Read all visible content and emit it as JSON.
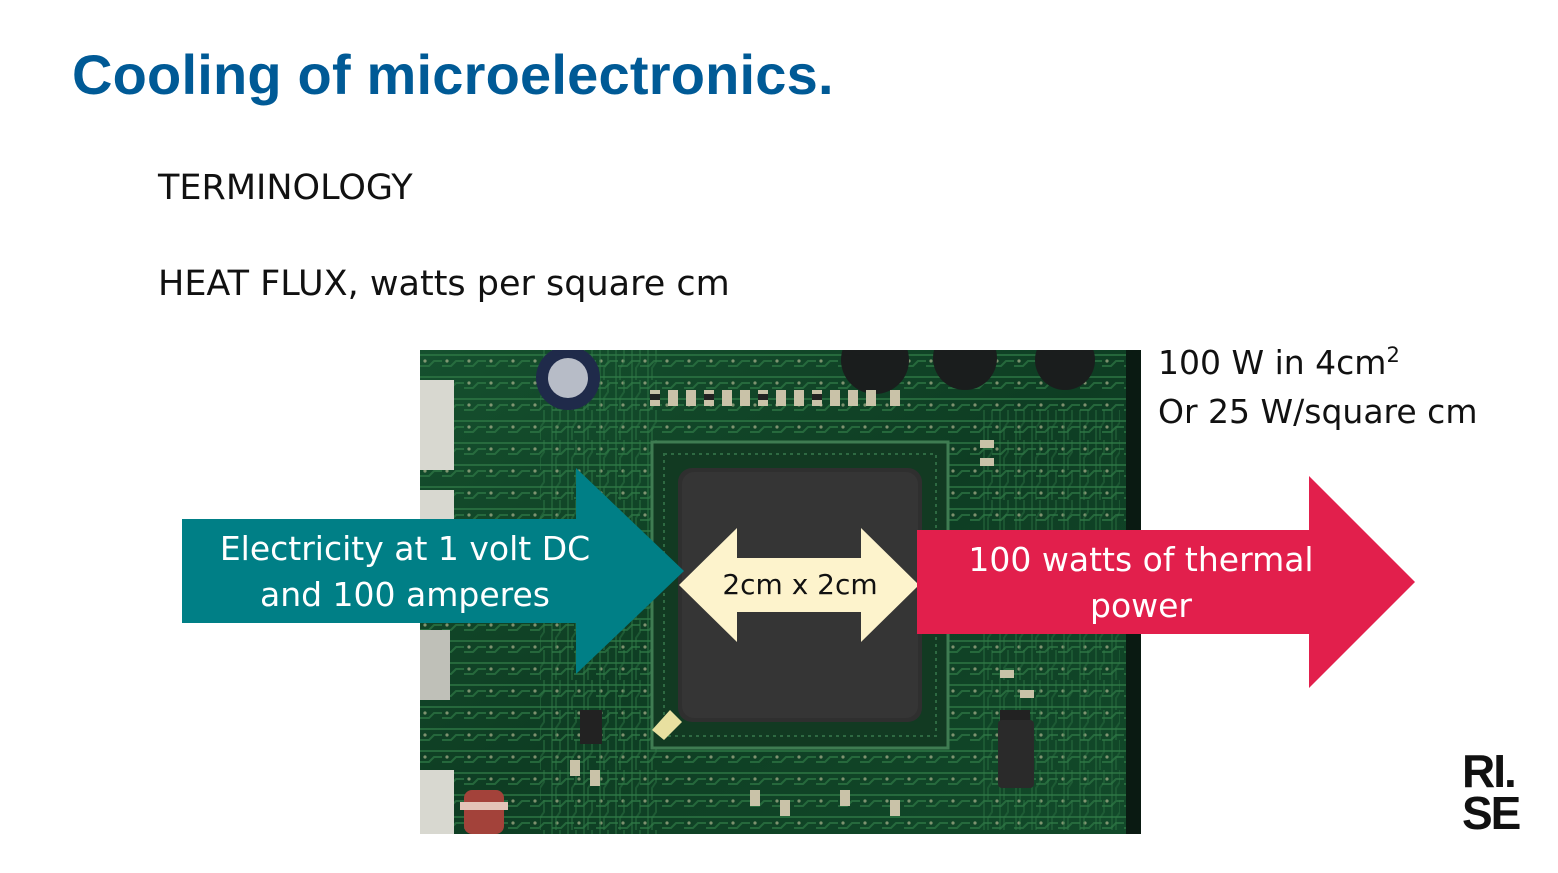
{
  "slide": {
    "title": "Cooling of microelectronics.",
    "terminology": "TERMINOLOGY",
    "heat_flux": "HEAT FLUX, watts per square cm"
  },
  "note": {
    "line1_main": "100 W in 4cm",
    "line1_sup": "2",
    "line2": "Or 25 W/square cm"
  },
  "arrows": {
    "electricity_line1": "Electricity at 1 volt DC",
    "electricity_line2": "and 100 amperes",
    "chip_size": "2cm x 2cm",
    "thermal_line1": "100 watts of thermal",
    "thermal_line2": "power"
  },
  "logo": {
    "line1": "RI.",
    "line2": "SE"
  },
  "colors": {
    "title": "#005a96",
    "electricity_arrow": "#007f86",
    "thermal_arrow": "#e21f4c",
    "size_arrow": "#fdf3cc",
    "board": "#0d3a22",
    "chip": "#2f2f2f"
  }
}
